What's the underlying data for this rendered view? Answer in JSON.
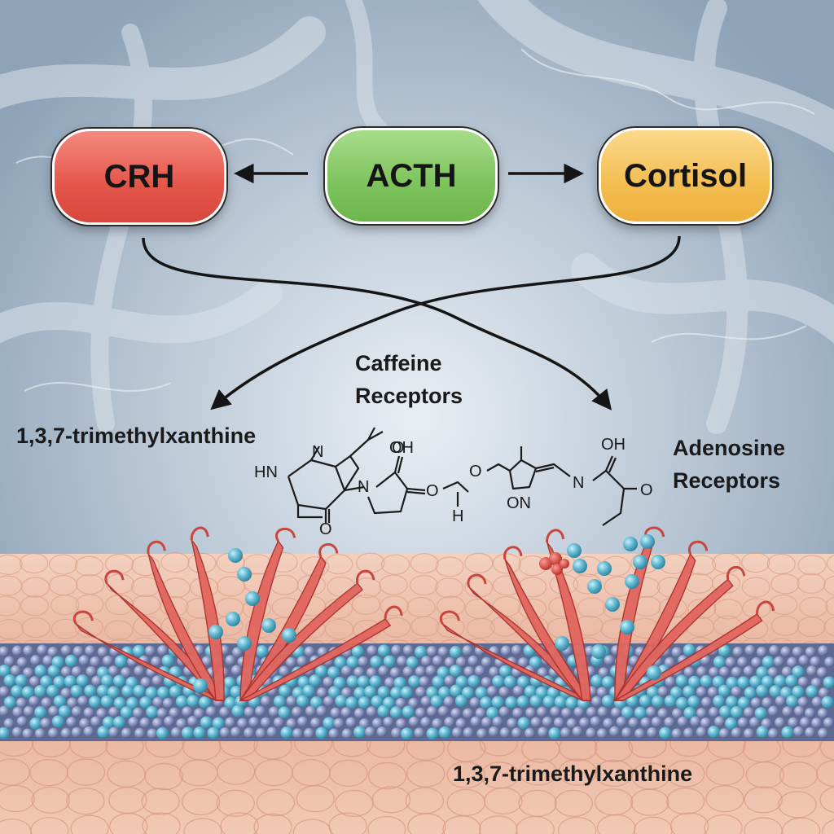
{
  "pathway": {
    "crh": "CRH",
    "acth": "ACTH",
    "cortisol": "Cortisol"
  },
  "labels": {
    "caffeine_line1": "Caffeine",
    "caffeine_line2": "Receptors",
    "tmx_left": "1,3,7-trimethylxanthine",
    "adenosine_line1": "Adenosine",
    "adenosine_line2": "Receptors",
    "tmx_bottom": "1,3,7-trimethylxanthine"
  },
  "structure_atoms": {
    "n1": "N",
    "oh1": "OH",
    "hn": "HN",
    "n2": "N",
    "o1": "O",
    "o2": "O",
    "o3": "O",
    "h": "H",
    "o4": "O",
    "on": "ON",
    "oh2": "OH",
    "n3": "N",
    "o5": "O"
  },
  "colors": {
    "crh": "#e4554a",
    "acth": "#7cc35c",
    "cortisol": "#f3bd50",
    "protein": "#e2665f",
    "ligand": "#5fb3cc",
    "membrane": "#7f8fb4",
    "tissue": "#efc3b0"
  }
}
